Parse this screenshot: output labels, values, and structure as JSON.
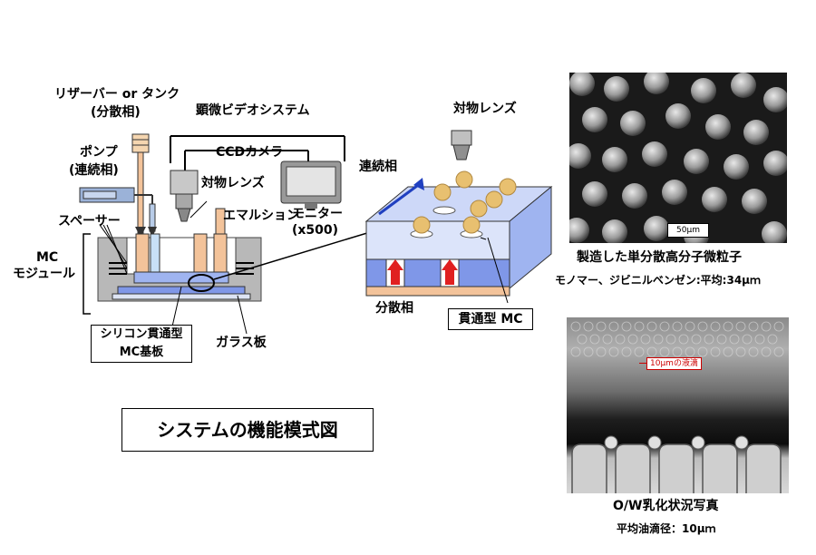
{
  "labels": {
    "reservoir_line1": "リザーバー or タンク",
    "reservoir_line2": "(分散相)",
    "video_system": "顕微ビデオシステム",
    "pump_line1": "ポンプ",
    "pump_line2": "(連続相)",
    "ccd_camera": "CCDカメラ",
    "objective_lens": "対物レンズ",
    "monitor_line1": "モニター",
    "monitor_line2": "(x500)",
    "emulsion": "エマルション",
    "spacer": "スペーサー",
    "mc_module_line1": "MC",
    "mc_module_line2": "モジュール",
    "silicon_line1": "シリコン貫通型",
    "silicon_line2": "MC基板",
    "glass_plate": "ガラス板",
    "objective_lens_right": "対物レンズ",
    "continuous_phase": "連続相",
    "dispersed_phase": "分散相",
    "through_mc": "貫通型 MC",
    "diagram_title": "システムの機能模式図"
  },
  "photos": {
    "sem_scale_bar": "50μm",
    "sem_caption": "製造した単分散高分子微粒子",
    "sem_sub": "モノマー、ジビニルベンゼン:平均:34μｍ",
    "ow_droplet_label": "10μmの液滴",
    "ow_caption": "O/W乳化状況写真",
    "ow_sub": "平均油滴径：10μｍ"
  },
  "colors": {
    "droplet": "#e8c070",
    "channel_blue": "#7f97e8",
    "orange_tube": "#f3c39a",
    "arrow_red": "#e02020",
    "arrow_blue": "#2040c0"
  }
}
